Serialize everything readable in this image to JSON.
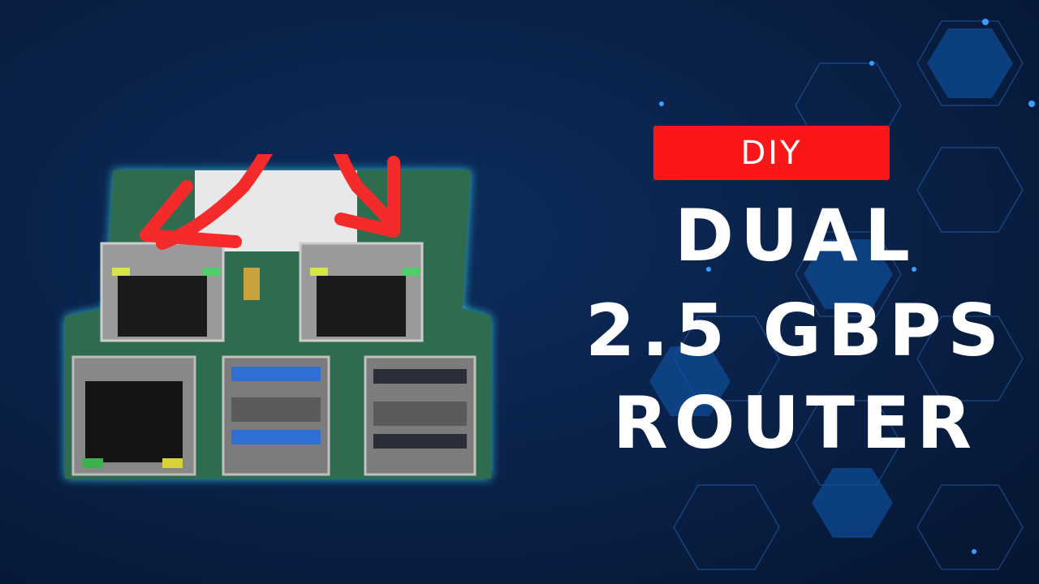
{
  "thumbnail": {
    "badge": "DIY",
    "title_lines": [
      "DUAL",
      "2.5 GBPS",
      "ROUTER"
    ],
    "colors": {
      "background": "#0a2148",
      "badge": "#fb1717",
      "text": "#ffffff",
      "arrow": "#f52a2a",
      "glow": "#39d0e8",
      "usb3": "#2f6fd6"
    }
  }
}
